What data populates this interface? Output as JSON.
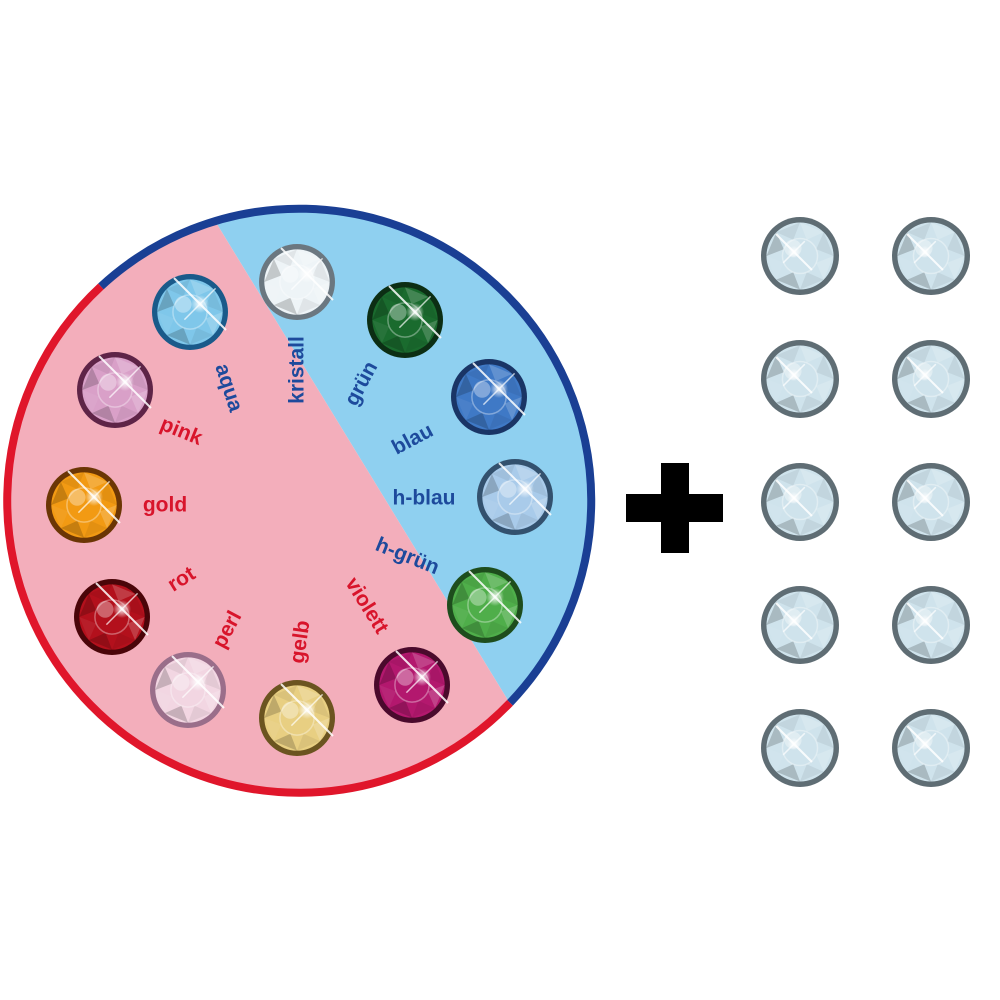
{
  "wheel": {
    "colors": {
      "blue_half": "#8fd0f0",
      "red_half": "#f3aebb",
      "blue_ring": "#1a3f94",
      "red_ring": "#e0162b",
      "blue_text": "#1d4a9c",
      "red_text": "#d8142b"
    },
    "stones": [
      {
        "id": "aqua",
        "label": "aqua",
        "base": "#7fc7ea",
        "rim": "#1a5a8a"
      },
      {
        "id": "kristall",
        "label": "kristall",
        "base": "#eef4f7",
        "rim": "#6b7780"
      },
      {
        "id": "gruen",
        "label": "grün",
        "base": "#1a6b2e",
        "rim": "#0c2e14"
      },
      {
        "id": "blau",
        "label": "blau",
        "base": "#3f79c6",
        "rim": "#1a3566"
      },
      {
        "id": "h-blau",
        "label": "h-blau",
        "base": "#a9cbea",
        "rim": "#33516e"
      },
      {
        "id": "h-gruen",
        "label": "h-grün",
        "base": "#4fae4a",
        "rim": "#1e4d1d"
      },
      {
        "id": "violett",
        "label": "violett",
        "base": "#b3186e",
        "rim": "#4a0a2c"
      },
      {
        "id": "gelb",
        "label": "gelb",
        "base": "#e8cf82",
        "rim": "#6b5420"
      },
      {
        "id": "perl",
        "label": "perl",
        "base": "#f2d6e2",
        "rim": "#9a6e8a"
      },
      {
        "id": "rot",
        "label": "rot",
        "base": "#b3101c",
        "rim": "#4a0509"
      },
      {
        "id": "gold",
        "label": "gold",
        "base": "#f29a13",
        "rim": "#6b3605"
      },
      {
        "id": "pink",
        "label": "pink",
        "base": "#d9a0c8",
        "rim": "#5e2447"
      }
    ]
  },
  "plus_sign": "+",
  "refill": {
    "label": "",
    "count": 10,
    "color": "#cfe3ec"
  }
}
